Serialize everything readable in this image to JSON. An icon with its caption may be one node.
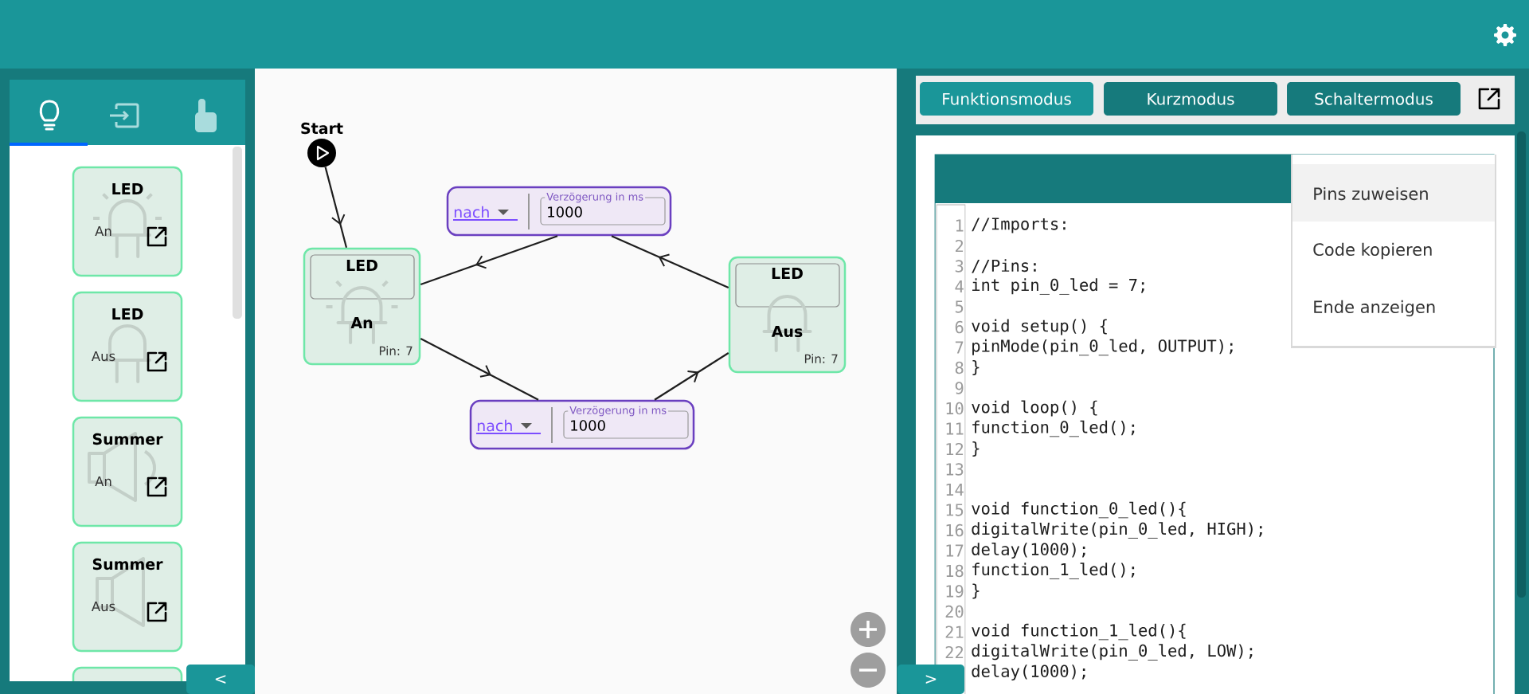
{
  "diagram": {
    "nodes": [
      {
        "text": [
          "LED",
          "An"
        ]
      },
      {
        "text": [
          "LED",
          "Aus"
        ]
      },
      {
        "text": [
          "Summer",
          "An"
        ]
      },
      {
        "text": [
          "Summer",
          "Aus"
        ]
      },
      {
        "text": [],
        "shape": "box"
      },
      {
        "text": [
          "Start"
        ]
      },
      {
        "text": [
          "LED",
          "An",
          "Pin: 7"
        ]
      },
      {
        "text": [
          "nach",
          "Verzögerung in ms",
          "1000"
        ]
      },
      {
        "text": [
          "LED",
          "Aus",
          "Pin: 7"
        ]
      },
      {
        "text": [
          "nach",
          "Verzögerung in ms",
          "1000"
        ]
      }
    ],
    "edges": [
      {
        "from": 5,
        "to": 6,
        "arrow": "to"
      },
      {
        "from": 7,
        "to": 6,
        "arrow": "to"
      },
      {
        "from": 8,
        "to": 7,
        "arrow": "to"
      },
      {
        "from": 6,
        "to": 9,
        "arrow": "to"
      },
      {
        "from": 9,
        "to": 8,
        "arrow": "to"
      }
    ],
    "labels": [
      "Funktionsmodus",
      "Kurzmodus",
      "Schaltermodus",
      "Pins zuweisen",
      "Code kopieren",
      "Ende anzeigen",
      "1",
      "2",
      "3",
      "4",
      "5",
      "6",
      "7",
      "8",
      "9",
      "10",
      "11",
      "12",
      "13",
      "14",
      "15",
      "16",
      "17",
      "18",
      "19",
      "20",
      "21",
      "22",
      "//Imports:",
      "//Pins:",
      "int pin_0_led = 7;",
      "void setup() {",
      "pinMode(pin_0_led, OUTPUT);",
      "}",
      "void loop() {",
      "function_0_led();",
      "}",
      "void function_0_led(){",
      "digitalWrite(pin_0_led, HIGH);",
      "delay(1000);",
      "function_1_led();",
      "}",
      "void function_1_led(){",
      "digitalWrite(pin_0_led, LOW);",
      "delay(1000);",
      "<",
      ">"
    ]
  }
}
